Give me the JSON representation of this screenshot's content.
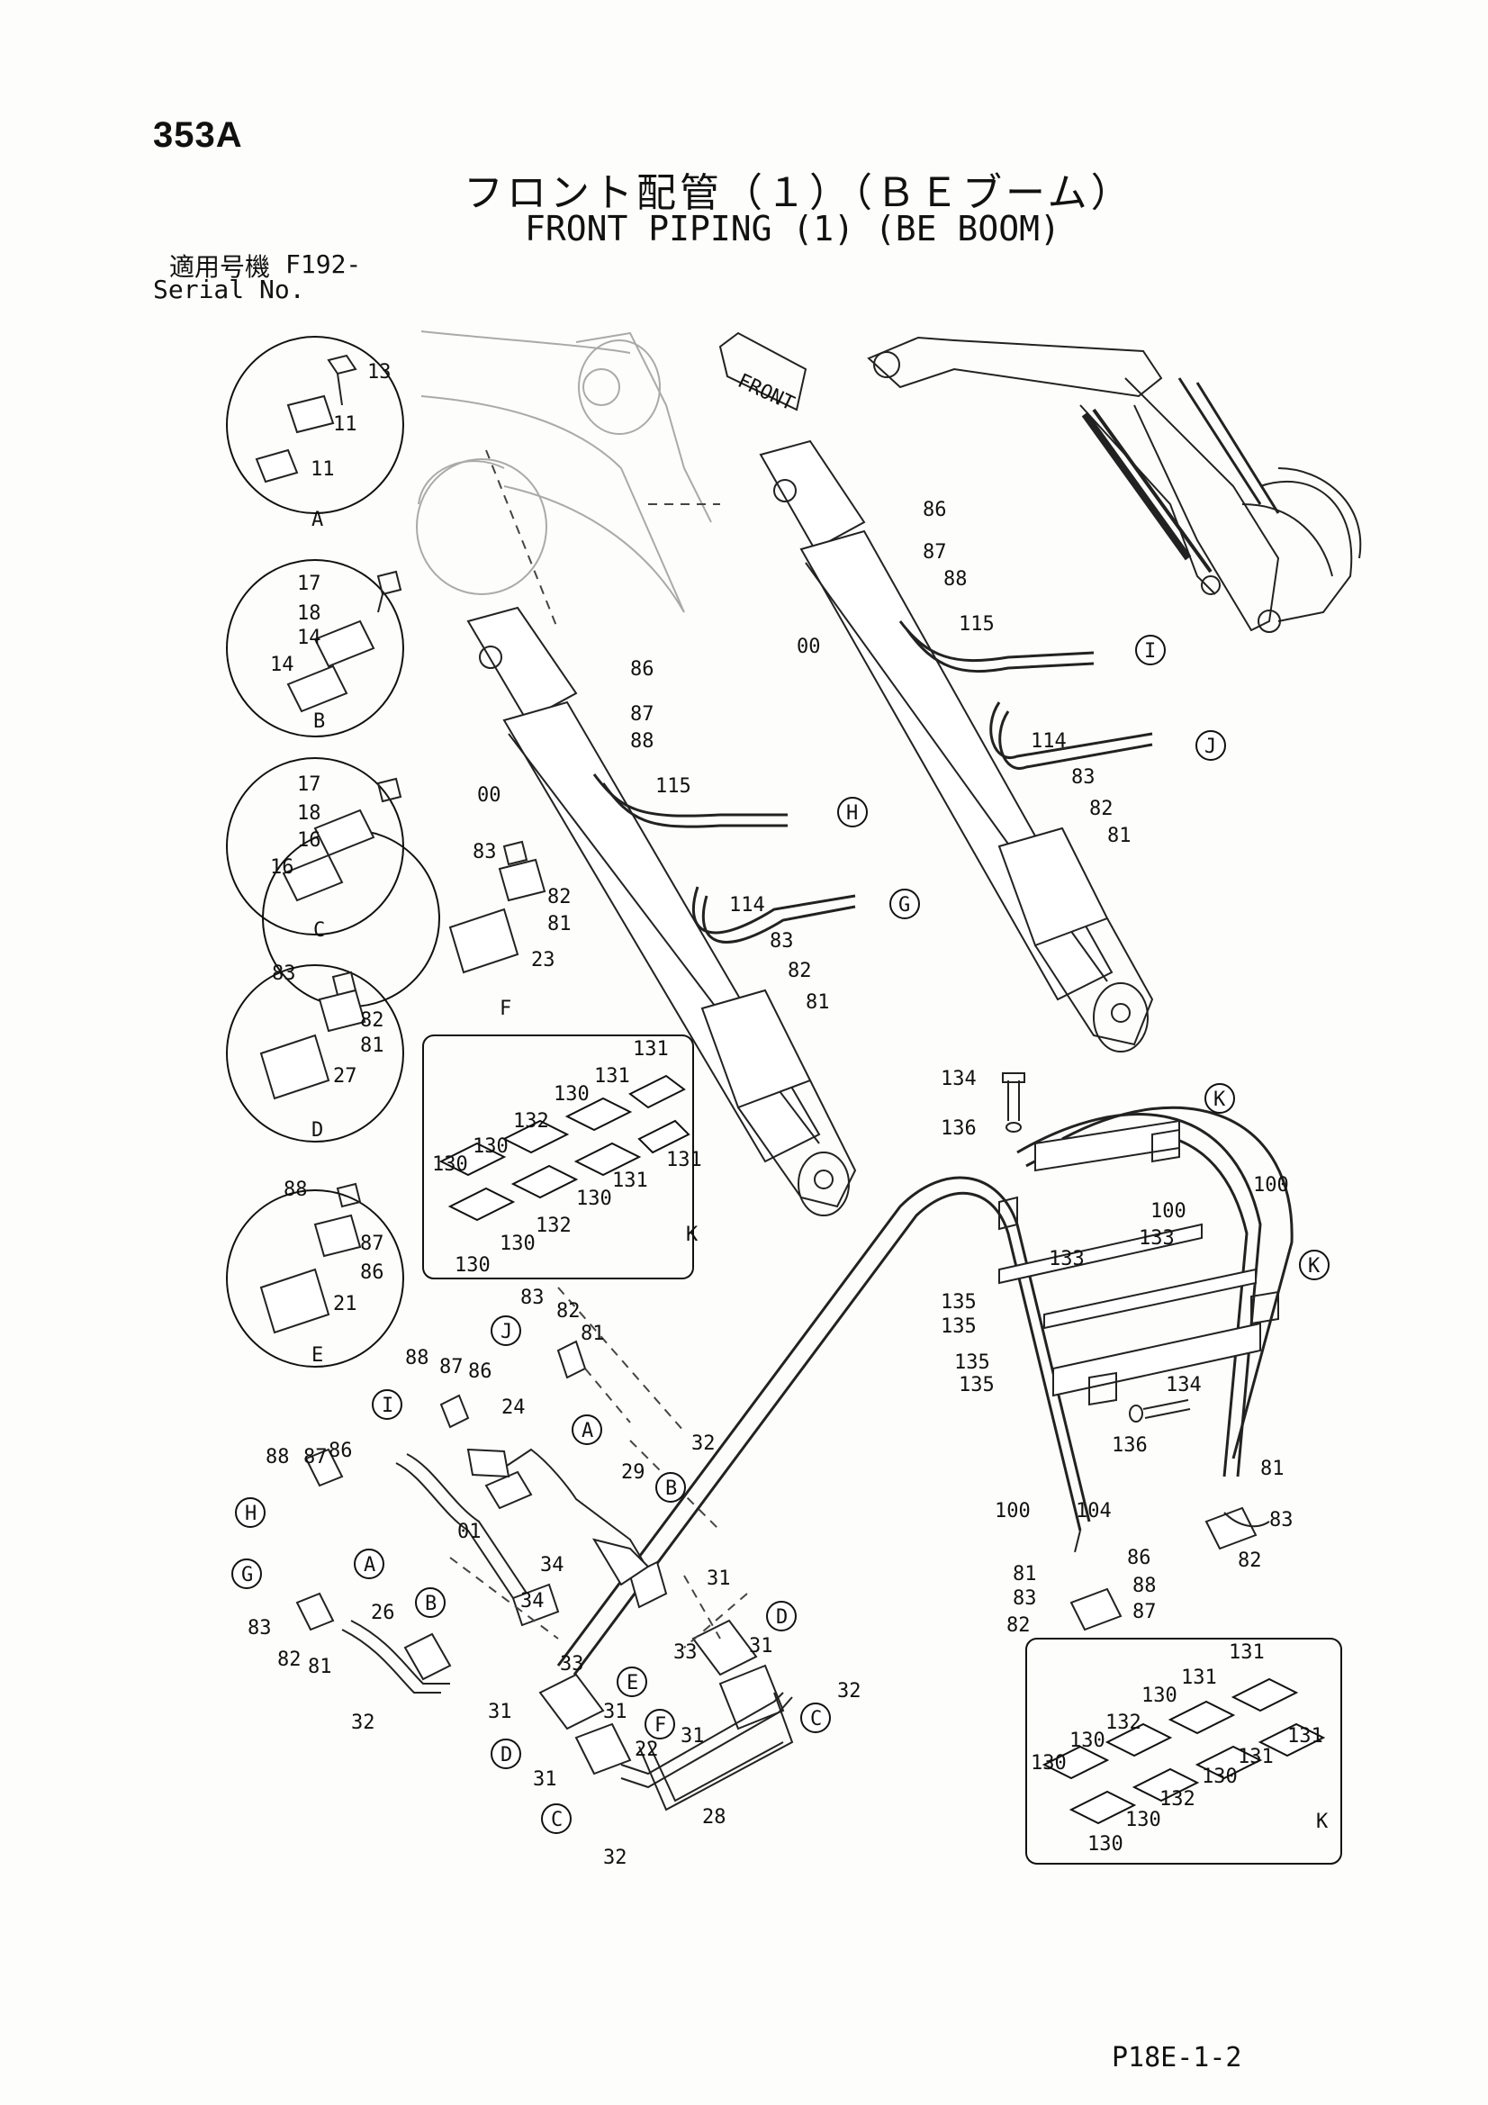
{
  "page_code": "353A",
  "title_jp": "フロント配管（１）（ＢＥブーム）",
  "title_en": "FRONT PIPING (1) (BE BOOM)",
  "serial": {
    "label_jp": "適用号機",
    "value": "F192-",
    "label_en": "Serial No."
  },
  "footer_code": "P18E-1-2",
  "front_label": "FRONT",
  "detail_letters": [
    "A",
    "B",
    "C",
    "D",
    "E",
    "F",
    "K"
  ],
  "circle_refs": [
    "G",
    "H",
    "I",
    "J"
  ],
  "part_labels": [
    "00",
    "01",
    "11",
    "13",
    "14",
    "16",
    "17",
    "18",
    "21",
    "22",
    "23",
    "24",
    "26",
    "27",
    "28",
    "29",
    "31",
    "32",
    "33",
    "34",
    "81",
    "82",
    "83",
    "86",
    "87",
    "88",
    "100",
    "104",
    "114",
    "115",
    "130",
    "131",
    "132",
    "133",
    "134",
    "135",
    "136"
  ]
}
